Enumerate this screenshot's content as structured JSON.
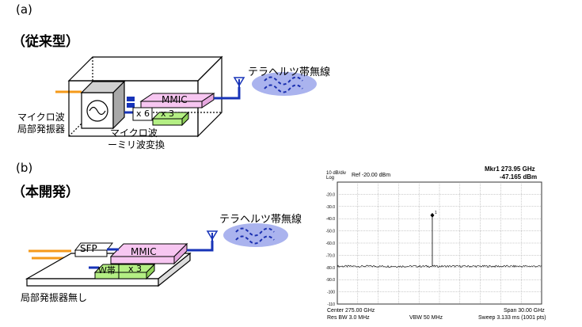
{
  "panel_a": {
    "label": "(a)",
    "title": "（従来型）",
    "thz_label": "テラヘルツ帯無線",
    "mmic": "MMIC",
    "mult6": "x 6",
    "mult3": "x 3",
    "osc_label_line1": "マイクロ波",
    "osc_label_line2": "局部発振器",
    "conv_label_line1": "マイクロ波",
    "conv_label_line2": "ーミリ波変換"
  },
  "panel_b": {
    "label": "(b)",
    "title": "（本開発）",
    "thz_label": "テラヘルツ帯無線",
    "sfp": "SFP",
    "mmic": "MMIC",
    "wband": "W帯",
    "mult3": "x 3",
    "no_osc_label": "局部発振器無し"
  },
  "analyzer": {
    "marker_line1": "Mkr1 273.95 GHz",
    "marker_line2": "-47.165 dBm",
    "scale": "10 dB/div",
    "log": "Log",
    "ref": "Ref -20.00 dBm",
    "marker_num": "1",
    "center": "Center 275.00 GHz",
    "span": "Span 30.00 GHz",
    "rbw": "Res BW 3.0 MHz",
    "vbw": "VBW 50 MHz",
    "sweep": "Sweep 3.133 ms (1001 pts)"
  },
  "chart_data": {
    "type": "line",
    "xlabel": "",
    "ylabel": "",
    "y_ticks": [
      "-20.0",
      "-30.0",
      "-40.0",
      "-50.0",
      "-60.0",
      "-70.0",
      "-80.0",
      "-90.0",
      "-100",
      "-110"
    ],
    "ylim": [
      -120,
      -20
    ],
    "xlim_ghz": [
      260,
      290
    ],
    "noise_floor_dbm": -89,
    "peak": {
      "x_ghz": 273.95,
      "y_dbm": -47.165
    },
    "grid": true
  },
  "colors": {
    "mmic_fill": "#f7c6f1",
    "mult_fill": "#b4ef84",
    "line_blue": "#1733b8",
    "line_orange": "#f59a1a",
    "cloud": "#aab3ee",
    "wave": "#1a2fb0"
  }
}
